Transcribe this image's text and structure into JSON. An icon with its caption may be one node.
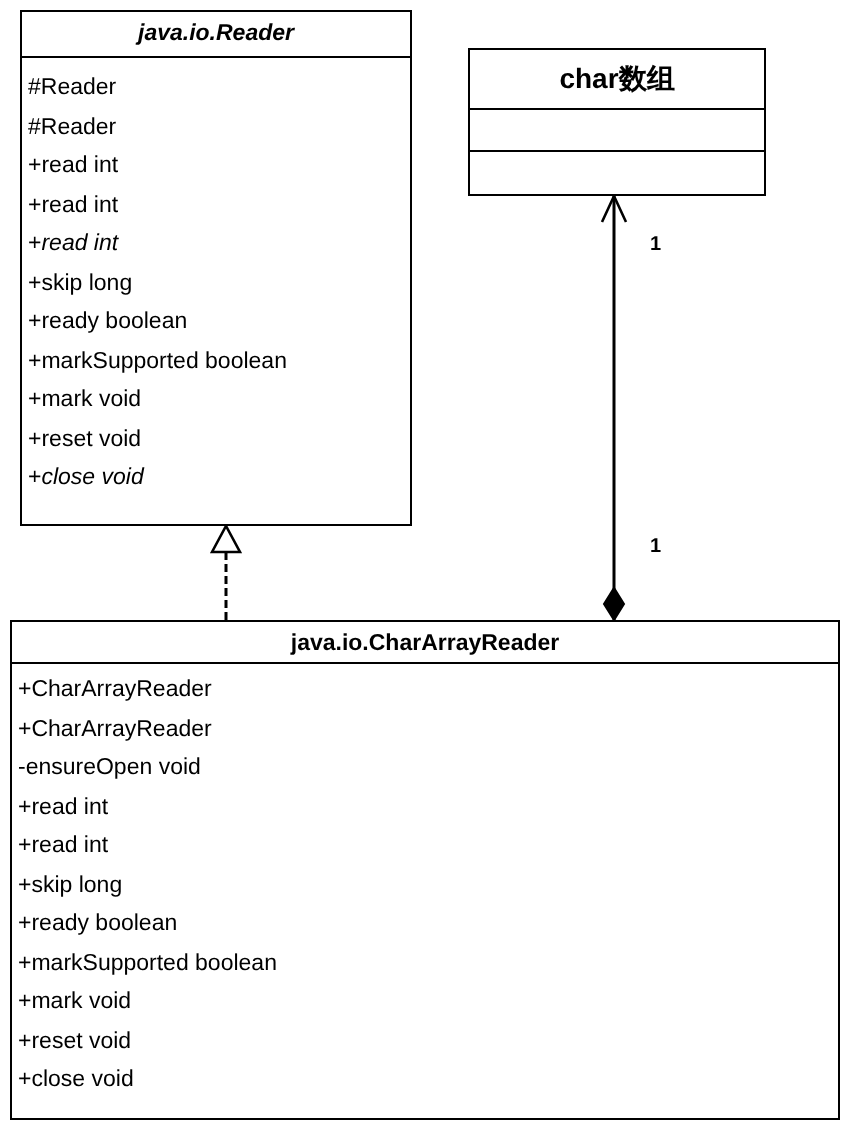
{
  "diagram": {
    "nodes": [
      {
        "text": [
          "*java.io.Reader*",
          "#Reader",
          "#Reader",
          "+read int",
          "+read int",
          "+*read int*",
          "+skip long",
          "+ready boolean",
          "+markSupported boolean",
          "+mark void",
          "+reset void",
          "+*close void*"
        ]
      },
      {
        "text": [
          "char数组"
        ]
      },
      {
        "text": [
          "java.io.CharArrayReader",
          "+CharArrayReader",
          "+CharArrayReader",
          "-ensureOpen void",
          "+read int",
          "+read int",
          "+skip long",
          "+ready boolean",
          "+markSupported boolean",
          "+mark void",
          "+reset void",
          "+close void"
        ]
      }
    ],
    "edges": [
      {
        "from": 2,
        "to": 0,
        "arrow": "to",
        "style": "dashed"
      },
      {
        "from": 2,
        "to": 1,
        "arrow": "to"
      }
    ],
    "labels": [
      "1",
      "1"
    ]
  }
}
